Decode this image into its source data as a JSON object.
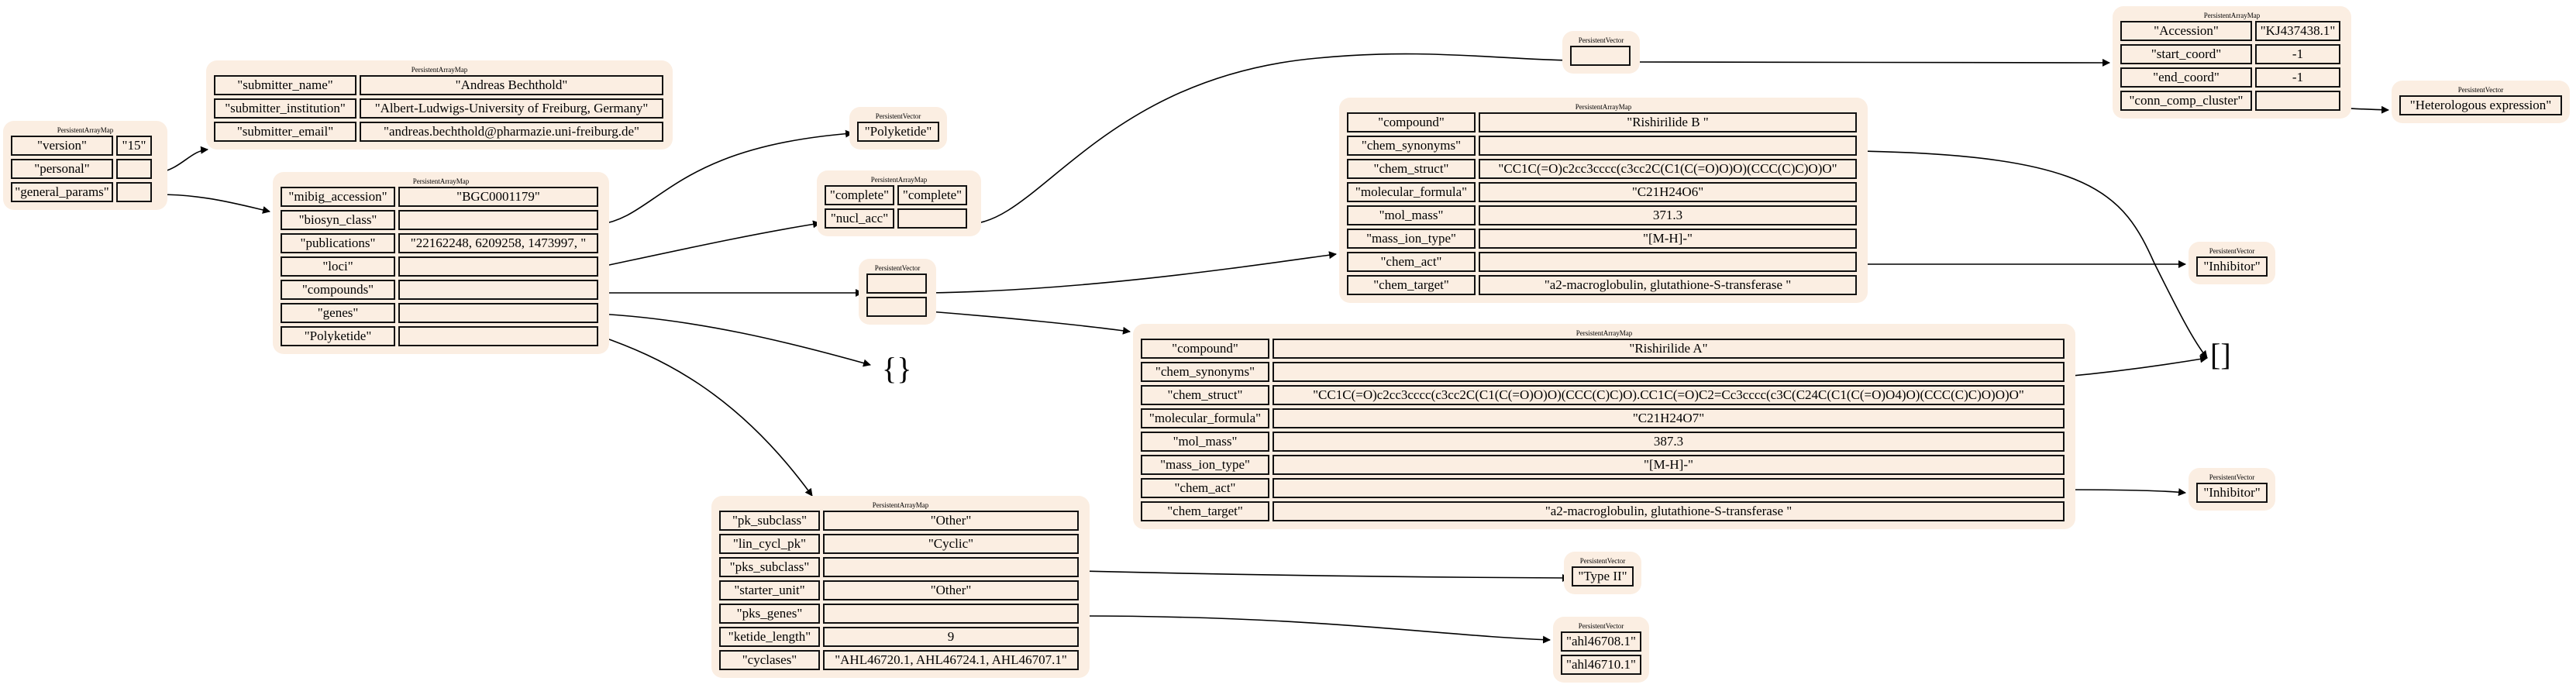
{
  "nodes": {
    "root": {
      "title": "PersistentArrayMap",
      "rows": [
        {
          "key": "\"version\"",
          "value": "\"15\""
        },
        {
          "key": "\"personal\"",
          "value": ""
        },
        {
          "key": "\"general_params\"",
          "value": ""
        }
      ]
    },
    "personal": {
      "title": "PersistentArrayMap",
      "rows": [
        {
          "key": "\"submitter_name\"",
          "value": "\"Andreas Bechthold\""
        },
        {
          "key": "\"submitter_institution\"",
          "value": "\"Albert-Ludwigs-University of Freiburg, Germany\""
        },
        {
          "key": "\"submitter_email\"",
          "value": "\"andreas.bechthold@pharmazie.uni-freiburg.de\""
        }
      ]
    },
    "general": {
      "title": "PersistentArrayMap",
      "rows": [
        {
          "key": "\"mibig_accession\"",
          "value": "\"BGC0001179\""
        },
        {
          "key": "\"biosyn_class\"",
          "value": ""
        },
        {
          "key": "\"publications\"",
          "value": "\"22162248, 6209258, 1473997, \""
        },
        {
          "key": "\"loci\"",
          "value": ""
        },
        {
          "key": "\"compounds\"",
          "value": ""
        },
        {
          "key": "\"genes\"",
          "value": ""
        },
        {
          "key": "\"Polyketide\"",
          "value": ""
        }
      ]
    },
    "biosyn_vec": {
      "title": "PersistentVector",
      "items": [
        "\"Polyketide\""
      ]
    },
    "loci": {
      "title": "PersistentArrayMap",
      "rows": [
        {
          "key": "\"complete\"",
          "value": "\"complete\""
        },
        {
          "key": "\"nucl_acc\"",
          "value": ""
        }
      ]
    },
    "nucl_vec": {
      "title": "PersistentVector",
      "items": [
        ""
      ]
    },
    "accession": {
      "title": "PersistentArrayMap",
      "rows": [
        {
          "key": "\"Accession\"",
          "value": "\"KJ437438.1\""
        },
        {
          "key": "\"start_coord\"",
          "value": "-1"
        },
        {
          "key": "\"end_coord\"",
          "value": "-1"
        },
        {
          "key": "\"conn_comp_cluster\"",
          "value": ""
        }
      ]
    },
    "hetero_vec": {
      "title": "PersistentVector",
      "items": [
        "\"Heterologous expression\""
      ]
    },
    "compounds_vec": {
      "title": "PersistentVector",
      "items": [
        "",
        ""
      ]
    },
    "compoundB": {
      "title": "PersistentArrayMap",
      "rows": [
        {
          "key": "\"compound\"",
          "value": "\"Rishirilide B \""
        },
        {
          "key": "\"chem_synonyms\"",
          "value": ""
        },
        {
          "key": "\"chem_struct\"",
          "value": "\"CC1C(=O)c2cc3cccc(c3cc2C(C1(C(=O)O)O)(CCC(C)C)O)O\""
        },
        {
          "key": "\"molecular_formula\"",
          "value": "\"C21H24O6\""
        },
        {
          "key": "\"mol_mass\"",
          "value": "371.3"
        },
        {
          "key": "\"mass_ion_type\"",
          "value": "\"[M-H]-\""
        },
        {
          "key": "\"chem_act\"",
          "value": ""
        },
        {
          "key": "\"chem_target\"",
          "value": "\"a2-macroglobulin, glutathione-S-transferase  \""
        }
      ]
    },
    "compoundA": {
      "title": "PersistentArrayMap",
      "rows": [
        {
          "key": "\"compound\"",
          "value": "\"Rishirilide A\""
        },
        {
          "key": "\"chem_synonyms\"",
          "value": ""
        },
        {
          "key": "\"chem_struct\"",
          "value": "\"CC1C(=O)c2cc3cccc(c3cc2C(C1(C(=O)O)O)(CCC(C)C)O).CC1C(=O)C2=Cc3cccc(c3C(C24C(C1(C(=O)O4)O)(CCC(C)C)O)O)O\""
        },
        {
          "key": "\"molecular_formula\"",
          "value": "\"C21H24O7\""
        },
        {
          "key": "\"mol_mass\"",
          "value": "387.3"
        },
        {
          "key": "\"mass_ion_type\"",
          "value": "\"[M-H]-\""
        },
        {
          "key": "\"chem_act\"",
          "value": ""
        },
        {
          "key": "\"chem_target\"",
          "value": "\"a2-macroglobulin, glutathione-S-transferase \""
        }
      ]
    },
    "inhibB": {
      "title": "PersistentVector",
      "items": [
        "\"Inhibitor\""
      ]
    },
    "inhibA": {
      "title": "PersistentVector",
      "items": [
        "\"Inhibitor\""
      ]
    },
    "polyketide": {
      "title": "PersistentArrayMap",
      "rows": [
        {
          "key": "\"pk_subclass\"",
          "value": "\"Other\""
        },
        {
          "key": "\"lin_cycl_pk\"",
          "value": "\"Cyclic\""
        },
        {
          "key": "\"pks_subclass\"",
          "value": ""
        },
        {
          "key": "\"starter_unit\"",
          "value": "\"Other\""
        },
        {
          "key": "\"pks_genes\"",
          "value": ""
        },
        {
          "key": "\"ketide_length\"",
          "value": "9"
        },
        {
          "key": "\"cyclases\"",
          "value": "\"AHL46720.1, AHL46724.1, AHL46707.1\""
        }
      ]
    },
    "typeII_vec": {
      "title": "PersistentVector",
      "items": [
        "\"Type II\""
      ]
    },
    "pksgenes_vec": {
      "title": "PersistentVector",
      "items": [
        "\"ahl46708.1\"",
        "\"ahl46710.1\""
      ]
    }
  },
  "empty_map_symbol": "{}",
  "empty_vector_symbol": "[]"
}
